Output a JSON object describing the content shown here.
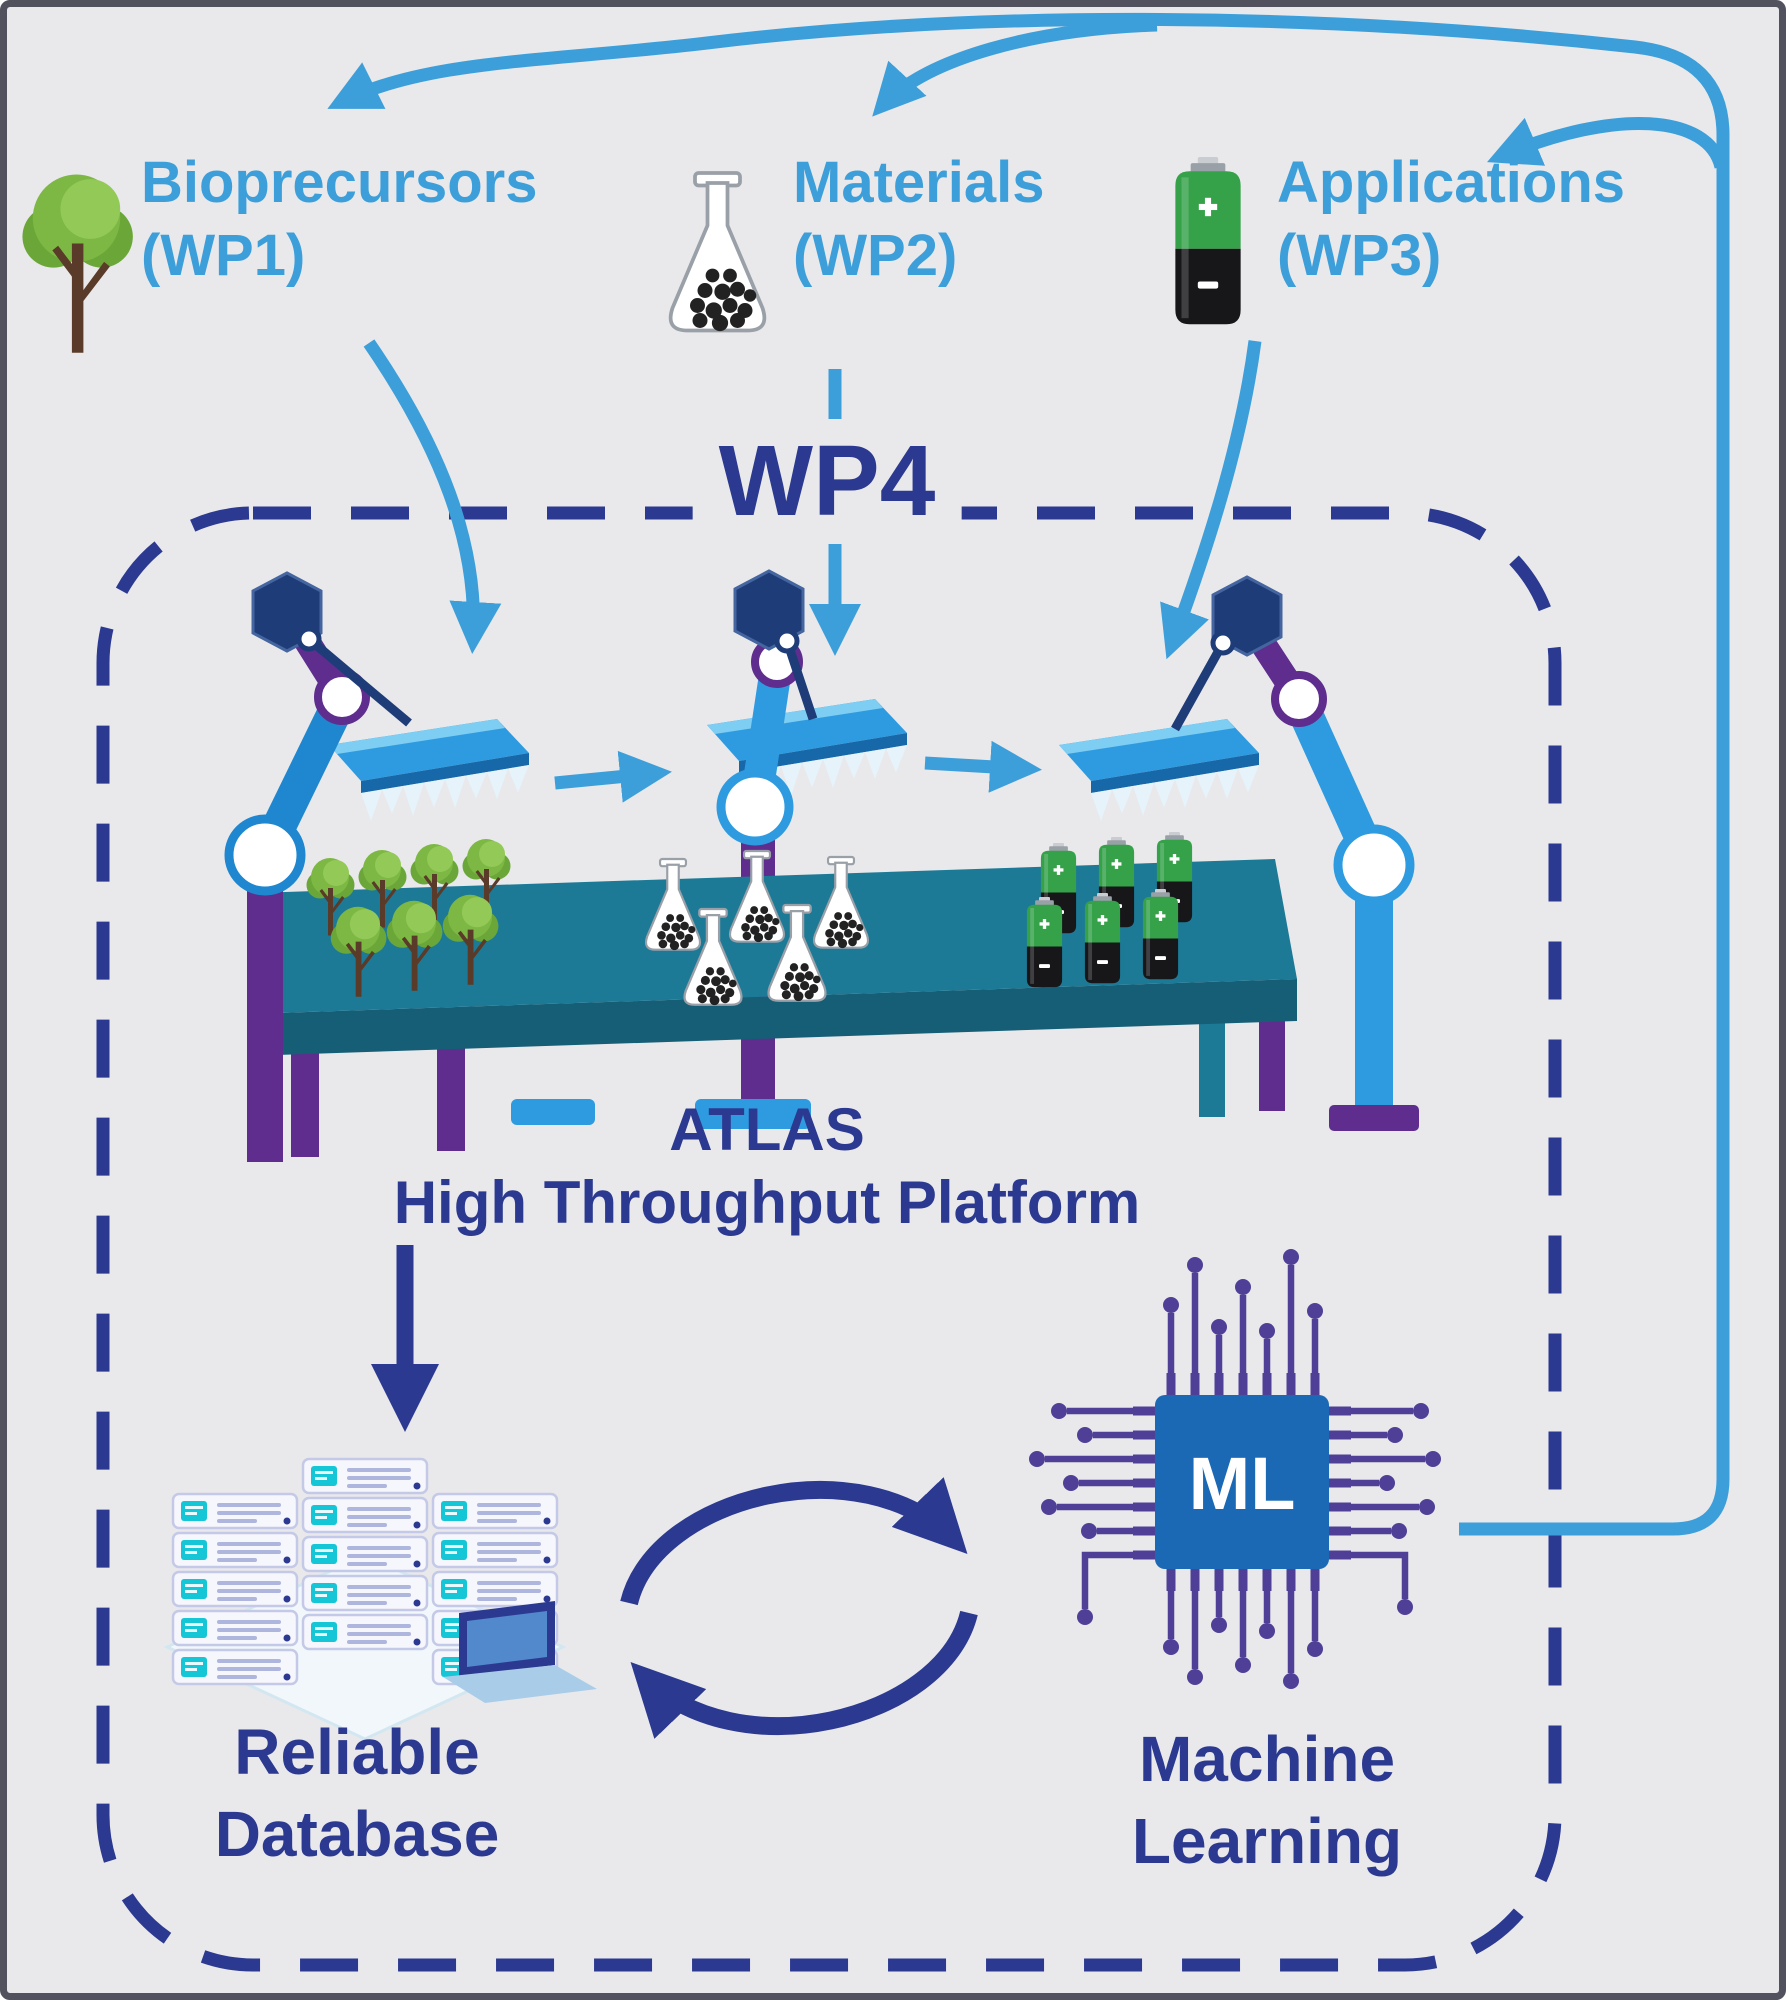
{
  "diagram": {
    "wp1": {
      "title": "Bioprecursors",
      "subtitle": "(WP1)"
    },
    "wp2": {
      "title": "Materials",
      "subtitle": "(WP2)"
    },
    "wp3": {
      "title": "Applications",
      "subtitle": "(WP3)"
    },
    "wp4": {
      "title": "WP4"
    },
    "platform": {
      "title": "ATLAS",
      "subtitle": "High Throughput Platform"
    },
    "database": {
      "line1": "Reliable",
      "line2": "Database"
    },
    "ml": {
      "line1": "Machine",
      "line2": "Learning",
      "chip_label": "ML"
    }
  },
  "icons": [
    "tree-icon",
    "flask-icon",
    "battery-icon",
    "robot-arm-icon",
    "ice-tray-icon",
    "workbench-icon",
    "server-rack-icon",
    "laptop-icon",
    "ml-chip-icon",
    "cycle-arrows-icon",
    "dashed-loop-boundary",
    "feedback-arrows"
  ],
  "colors": {
    "background": "#e9e9ec",
    "accent_blue": "#3d9fda",
    "navy": "#2b3990",
    "robot_blue": "#2e9be0",
    "purple": "#5e2d8e",
    "table_teal": "#1d7a96",
    "tree_green": "#7cb843",
    "battery_green": "#35a24a",
    "chip_blue": "#1b69b4",
    "circuit_purple": "#4f3f96"
  }
}
